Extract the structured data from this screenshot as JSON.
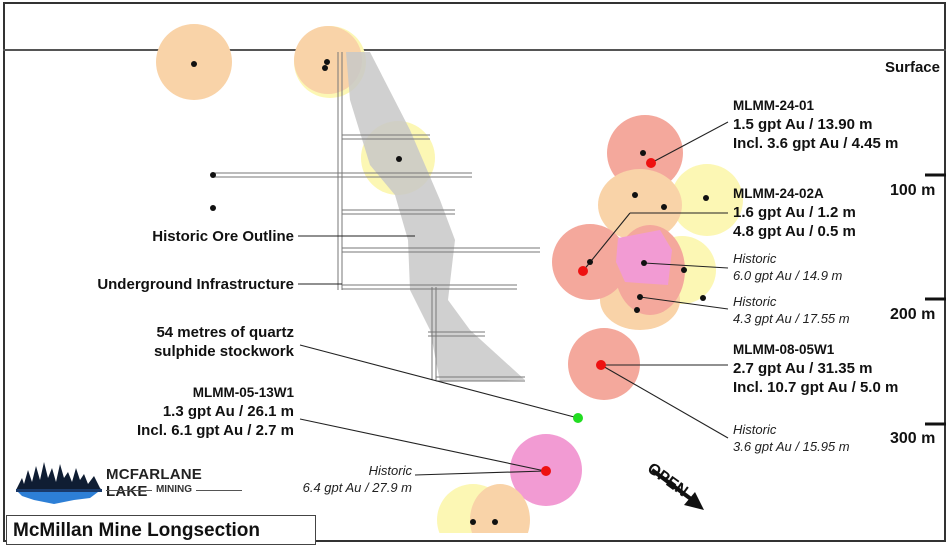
{
  "title": "McMillan Mine Longsection",
  "surface_label": "Surface",
  "scale": {
    "ticks": [
      {
        "label": "100 m",
        "depth_m": 100
      },
      {
        "label": "200 m",
        "depth_m": 200
      },
      {
        "label": "300 m",
        "depth_m": 300
      }
    ]
  },
  "legend_labels": {
    "ore_outline": "Historic Ore Outline",
    "infrastructure": "Underground Infrastructure",
    "stockwork_line1": "54 metres of quartz",
    "stockwork_line2": "sulphide stockwork"
  },
  "drill_holes": [
    {
      "id": "MLMM-24-01",
      "line1": "1.5 gpt Au / 13.90 m",
      "line2": "Incl. 3.6 gpt Au / 4.45 m"
    },
    {
      "id": "MLMM-24-02A",
      "line1": "1.6 gpt Au / 1.2 m",
      "line2": "4.8 gpt Au / 0.5 m"
    },
    {
      "id": "MLMM-08-05W1",
      "line1": "2.7 gpt Au / 31.35 m",
      "line2": "Incl. 10.7 gpt Au / 5.0 m"
    },
    {
      "id": "MLMM-05-13W1",
      "line1": "1.3 gpt Au / 26.1 m",
      "line2": "Incl. 6.1 gpt Au / 2.7 m"
    }
  ],
  "historic": [
    {
      "label": "Historic",
      "value": "6.0 gpt Au / 14.9 m"
    },
    {
      "label": "Historic",
      "value": "4.3 gpt Au / 17.55 m"
    },
    {
      "label": "Historic",
      "value": "3.6 gpt Au / 15.95 m"
    },
    {
      "label": "Historic",
      "value": "6.4 gpt Au / 27.9 m"
    }
  ],
  "open_label": "OPEN",
  "logo": {
    "name": "MCFARLANE LAKE",
    "sub": "MINING"
  },
  "colors": {
    "grade_salmon": "#f4a89c",
    "grade_peach": "#f9d3a8",
    "grade_yellow": "#fcf7b4",
    "grade_pink": "#f29bd3",
    "ore_outline": "#c8c8c8",
    "new_hole": "#ee1111",
    "stockwork": "#22dd22"
  }
}
